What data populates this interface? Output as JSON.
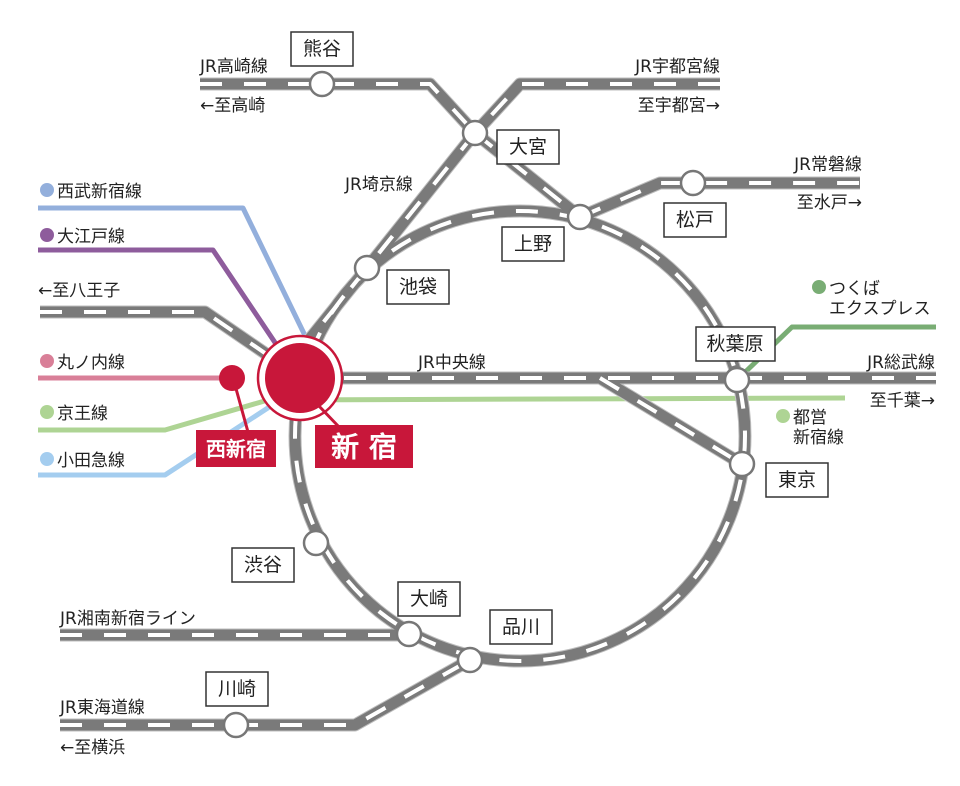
{
  "colors": {
    "seibu": "#93afdc",
    "oedo": "#8e5c9c",
    "marunouchi": "#d97f98",
    "keio": "#aed494",
    "odakyu": "#a4cdef",
    "tsukuba": "#79ad74",
    "shinjuku_red": "#c8173a"
  },
  "lines": {
    "takasaki": "JR高崎線",
    "to_takasaki": "←至高崎",
    "utsunomiya": "JR宇都宮線",
    "to_utsunomiya": "至宇都宮→",
    "saikyo": "JR埼京線",
    "joban": "JR常磐線",
    "to_mito": "至水戸→",
    "seibu": "西武新宿線",
    "oedo": "大江戸線",
    "to_hachioji": "←至八王子",
    "marunouchi": "丸ノ内線",
    "keio": "京王線",
    "odakyu": "小田急線",
    "chuo": "JR中央線",
    "sobu": "JR総武線",
    "to_chiba": "至千葉→",
    "tsukuba_1": "つくば",
    "tsukuba_2": "エクスプレス",
    "toei_1": "都営",
    "toei_2": "新宿線",
    "shonan": "JR湘南新宿ライン",
    "tokaido": "JR東海道線",
    "to_yokohama": "←至横浜"
  },
  "stations": {
    "kumagaya": "熊谷",
    "omiya": "大宮",
    "matsudo": "松戸",
    "ueno": "上野",
    "ikebukuro": "池袋",
    "akihabara": "秋葉原",
    "tokyo": "東京",
    "shibuya": "渋谷",
    "osaki": "大崎",
    "shinagawa": "品川",
    "kawasaki": "川崎",
    "nishi_shinjuku": "西新宿",
    "shinjuku": "新 宿"
  }
}
